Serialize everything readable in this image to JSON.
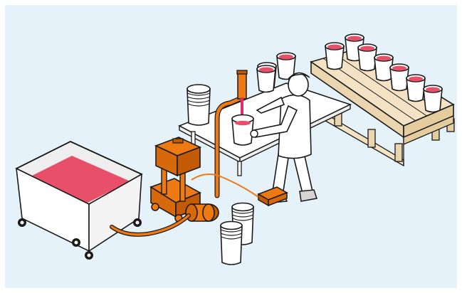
{
  "scene": {
    "colors": {
      "background": "#e6f2fa",
      "paint": "#e8506a",
      "drip": "#e02c6c",
      "pump_orange": "#ee7a14",
      "pump_orange_dark": "#c25a06",
      "outline": "#1a1a1a",
      "white": "#ffffff",
      "light_grey": "#eeeeee",
      "pallet_wood": "#f3e2c4"
    },
    "objects": [
      {
        "name": "paint-vat-cart",
        "kind": "mobile tank on casters",
        "fill": "paint"
      },
      {
        "name": "transfer-pump",
        "kind": "orange pump unit with motor"
      },
      {
        "name": "dispensing-table",
        "kind": "white work table"
      },
      {
        "name": "dispensing-nozzle",
        "kind": "orange vertical pipe with filling stream"
      },
      {
        "name": "operator",
        "kind": "worker in white overalls filling a bucket"
      },
      {
        "name": "foot-pedal",
        "kind": "orange pedal switch"
      },
      {
        "name": "wooden-pallet",
        "kind": "pallet loaded with filled buckets"
      },
      {
        "name": "empty-bucket-stacks",
        "kind": "stacks of empty white buckets"
      }
    ]
  }
}
